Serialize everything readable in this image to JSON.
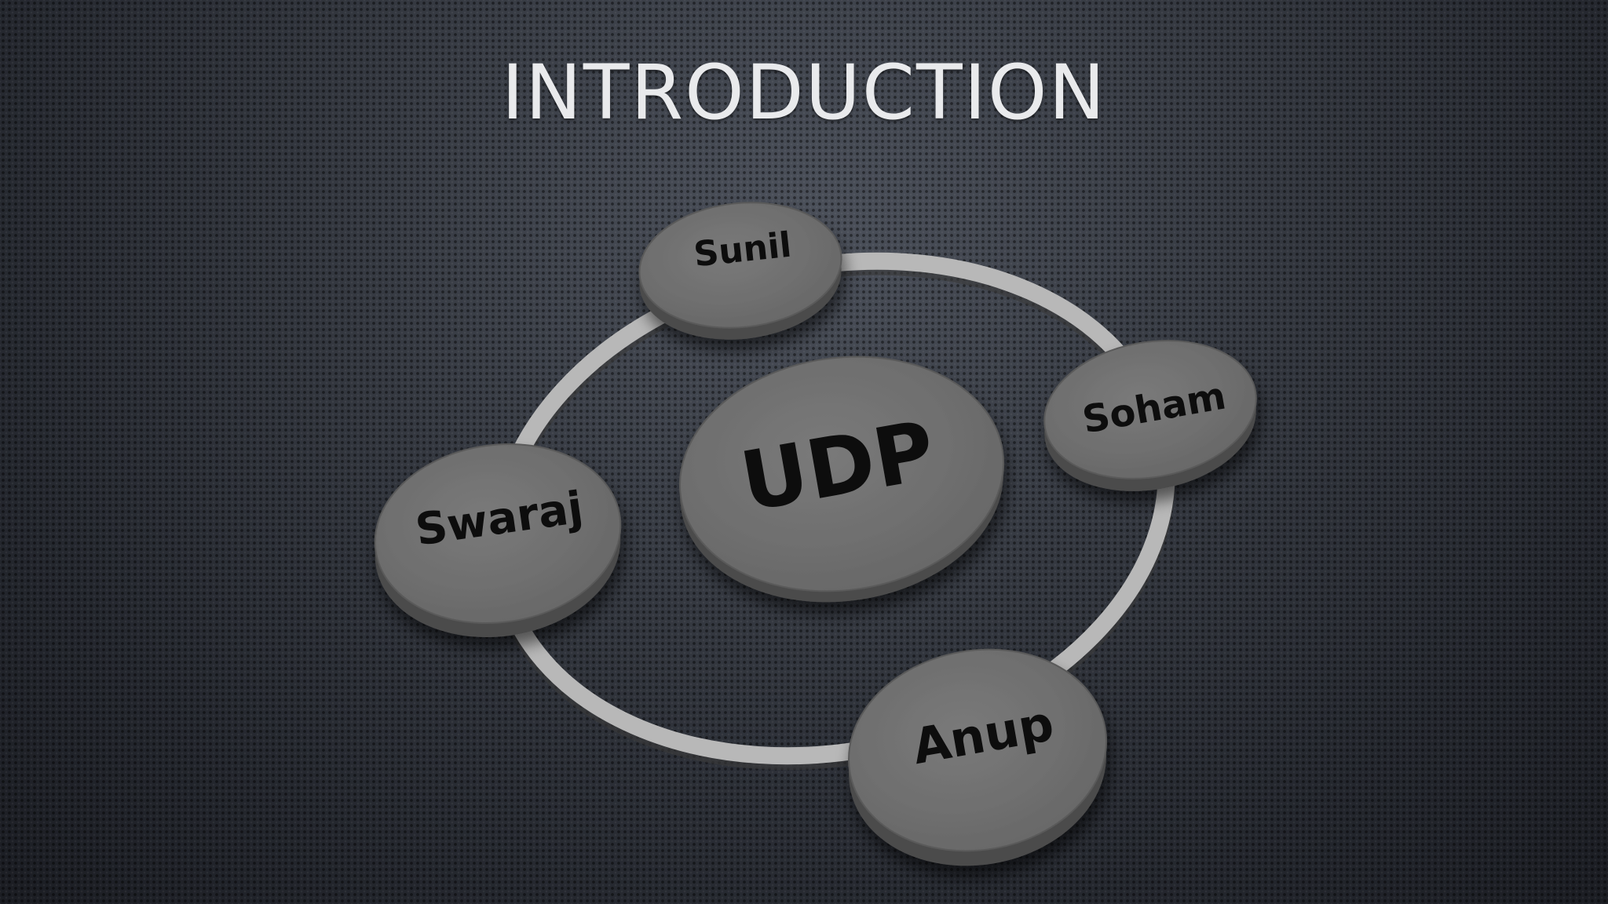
{
  "slide": {
    "title": "INTRODUCTION"
  },
  "diagram": {
    "center": {
      "label": "UDP"
    },
    "members": [
      {
        "label": "Sunil"
      },
      {
        "label": "Soham"
      },
      {
        "label": "Swaraj"
      },
      {
        "label": "Anup"
      }
    ]
  },
  "colors": {
    "background": "#2b2e35",
    "ring": "#b9b9b9",
    "disc_top": "#6f6f6f",
    "disc_side": "#4a4a4a",
    "label": "#0a0a0a",
    "title": "#e9eaec"
  }
}
